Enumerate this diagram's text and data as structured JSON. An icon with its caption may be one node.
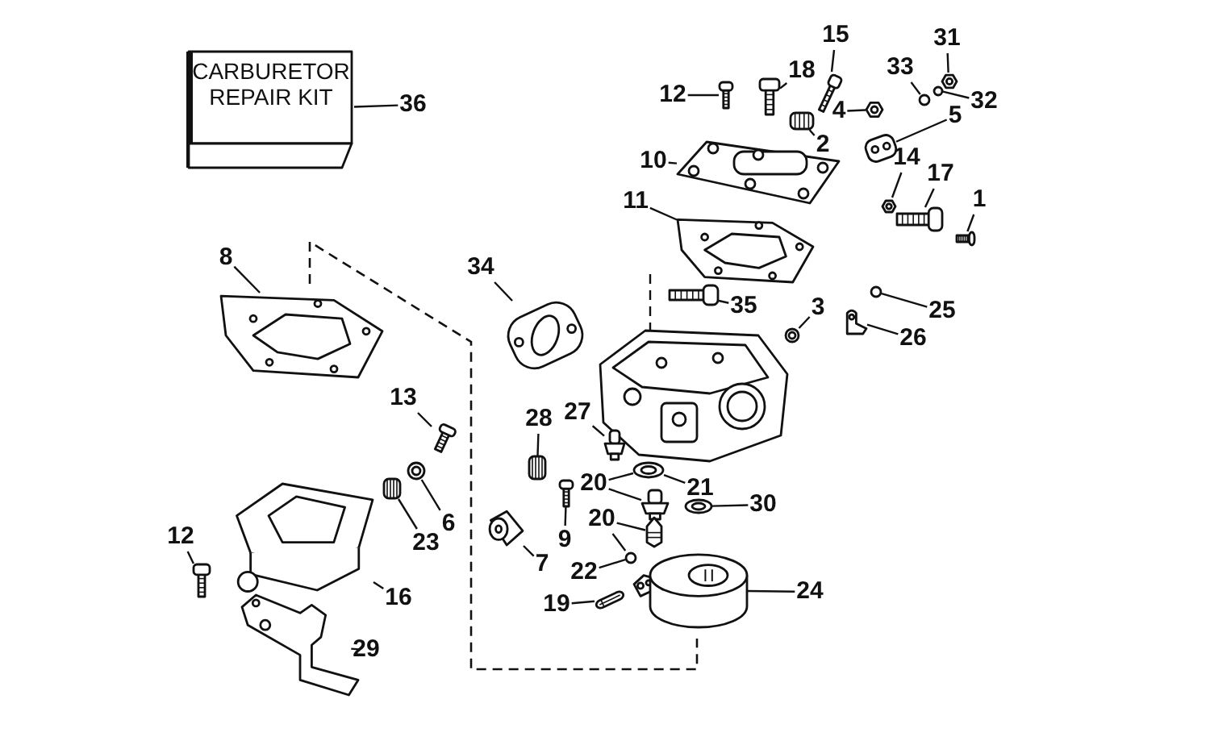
{
  "diagram": {
    "nodes": [
      {
        "text": [
          "CARBURETOR REPAIR KIT"
        ]
      },
      {
        "text": [
          "36"
        ]
      },
      {
        "text": [
          "12"
        ]
      },
      {
        "text": [],
        "shape": "picture"
      },
      {
        "text": [
          "18"
        ]
      },
      {
        "text": [],
        "shape": "picture"
      },
      {
        "text": [
          "15"
        ]
      },
      {
        "text": [],
        "shape": "picture"
      },
      {
        "text": [
          "2"
        ]
      },
      {
        "text": [],
        "shape": "picture"
      },
      {
        "text": [
          "4"
        ]
      },
      {
        "text": [],
        "shape": "picture"
      },
      {
        "text": [
          "33"
        ]
      },
      {
        "text": [],
        "shape": "circle"
      },
      {
        "text": [
          "31"
        ]
      },
      {
        "text": [],
        "shape": "picture"
      },
      {
        "text": [
          "32"
        ]
      },
      {
        "text": [],
        "shape": "circle"
      },
      {
        "text": [
          "5"
        ]
      },
      {
        "text": [],
        "shape": "picture"
      },
      {
        "text": [
          "10"
        ]
      },
      {
        "text": [],
        "shape": "picture"
      },
      {
        "text": [
          "14"
        ]
      },
      {
        "text": [],
        "shape": "picture"
      },
      {
        "text": [
          "17"
        ]
      },
      {
        "text": [],
        "shape": "picture"
      },
      {
        "text": [
          "1"
        ]
      },
      {
        "text": [],
        "shape": "picture"
      },
      {
        "text": [
          "11"
        ]
      },
      {
        "text": [],
        "shape": "picture"
      },
      {
        "text": [
          "8"
        ]
      },
      {
        "text": [],
        "shape": "picture"
      },
      {
        "text": [
          "34"
        ]
      },
      {
        "text": [],
        "shape": "picture"
      },
      {
        "text": [
          "35"
        ]
      },
      {
        "text": [],
        "shape": "picture"
      },
      {
        "text": [
          "3"
        ]
      },
      {
        "text": [],
        "shape": "picture"
      },
      {
        "text": [
          "25"
        ]
      },
      {
        "text": [],
        "shape": "circle"
      },
      {
        "text": [
          "26"
        ]
      },
      {
        "text": [],
        "shape": "picture"
      },
      {
        "text": [
          "13"
        ]
      },
      {
        "text": [],
        "shape": "picture"
      },
      {
        "text": [
          "28"
        ]
      },
      {
        "text": [],
        "shape": "picture"
      },
      {
        "text": [
          "27"
        ]
      },
      {
        "text": [],
        "shape": "picture"
      },
      {
        "text": [
          "20"
        ]
      },
      {
        "text": [
          "21"
        ]
      },
      {
        "text": [],
        "shape": "picture"
      },
      {
        "text": [],
        "shape": "picture"
      },
      {
        "text": [
          "30"
        ]
      },
      {
        "text": [],
        "shape": "picture"
      },
      {
        "text": [
          "20"
        ]
      },
      {
        "text": [],
        "shape": "picture"
      },
      {
        "text": [
          "22"
        ]
      },
      {
        "text": [],
        "shape": "circle"
      },
      {
        "text": [
          "9"
        ]
      },
      {
        "text": [],
        "shape": "picture"
      },
      {
        "text": [
          "7"
        ]
      },
      {
        "text": [],
        "shape": "picture"
      },
      {
        "text": [
          "19"
        ]
      },
      {
        "text": [],
        "shape": "picture"
      },
      {
        "text": [
          "24"
        ]
      },
      {
        "text": [],
        "shape": "picture"
      },
      {
        "text": [
          "6"
        ]
      },
      {
        "text": [],
        "shape": "picture"
      },
      {
        "text": [
          "23"
        ]
      },
      {
        "text": [],
        "shape": "picture"
      },
      {
        "text": [
          "16"
        ]
      },
      {
        "text": [],
        "shape": "picture"
      },
      {
        "text": [
          "12"
        ]
      },
      {
        "text": [],
        "shape": "picture"
      },
      {
        "text": [
          "29"
        ]
      },
      {
        "text": [],
        "shape": "picture"
      }
    ],
    "edges": [
      {
        "from": 1,
        "to": 0,
        "arrow": "none"
      },
      {
        "from": 2,
        "to": 3,
        "arrow": "none"
      },
      {
        "from": 4,
        "to": 5,
        "arrow": "none"
      },
      {
        "from": 6,
        "to": 7,
        "arrow": "none"
      },
      {
        "from": 8,
        "to": 9,
        "arrow": "none"
      },
      {
        "from": 10,
        "to": 11,
        "arrow": "none"
      },
      {
        "from": 12,
        "to": 13,
        "arrow": "none"
      },
      {
        "from": 14,
        "to": 15,
        "arrow": "none"
      },
      {
        "from": 16,
        "to": 17,
        "arrow": "none"
      },
      {
        "from": 18,
        "to": 19,
        "arrow": "none"
      },
      {
        "from": 20,
        "to": 21,
        "arrow": "none"
      },
      {
        "from": 22,
        "to": 23,
        "arrow": "none"
      },
      {
        "from": 24,
        "to": 25,
        "arrow": "none"
      },
      {
        "from": 26,
        "to": 27,
        "arrow": "none"
      },
      {
        "from": 28,
        "to": 29,
        "arrow": "none"
      },
      {
        "from": 30,
        "to": 31,
        "arrow": "none"
      },
      {
        "from": 32,
        "to": 33,
        "arrow": "none"
      },
      {
        "from": 34,
        "to": 35,
        "arrow": "none"
      },
      {
        "from": 36,
        "to": 37,
        "arrow": "none"
      },
      {
        "from": 38,
        "to": 39,
        "arrow": "none"
      },
      {
        "from": 40,
        "to": 41,
        "arrow": "none"
      },
      {
        "from": 42,
        "to": 43,
        "arrow": "none"
      },
      {
        "from": 44,
        "to": 45,
        "arrow": "none"
      },
      {
        "from": 46,
        "to": 47,
        "arrow": "none"
      },
      {
        "from": 48,
        "to": 50,
        "arrow": "none"
      },
      {
        "from": 48,
        "to": 51,
        "arrow": "none"
      },
      {
        "from": 49,
        "to": 50,
        "arrow": "none"
      },
      {
        "from": 52,
        "to": 53,
        "arrow": "none"
      },
      {
        "from": 54,
        "to": 55,
        "arrow": "none"
      },
      {
        "from": 54,
        "to": 57,
        "arrow": "none"
      },
      {
        "from": 56,
        "to": 57,
        "arrow": "none"
      },
      {
        "from": 58,
        "to": 59,
        "arrow": "none"
      },
      {
        "from": 60,
        "to": 61,
        "arrow": "none"
      },
      {
        "from": 62,
        "to": 63,
        "arrow": "none"
      },
      {
        "from": 64,
        "to": 65,
        "arrow": "none"
      },
      {
        "from": 66,
        "to": 67,
        "arrow": "none"
      },
      {
        "from": 68,
        "to": 69,
        "arrow": "none"
      },
      {
        "from": 70,
        "to": 71,
        "arrow": "none"
      },
      {
        "from": 72,
        "to": 73,
        "arrow": "none"
      },
      {
        "from": 74,
        "to": 75,
        "arrow": "none"
      }
    ]
  }
}
